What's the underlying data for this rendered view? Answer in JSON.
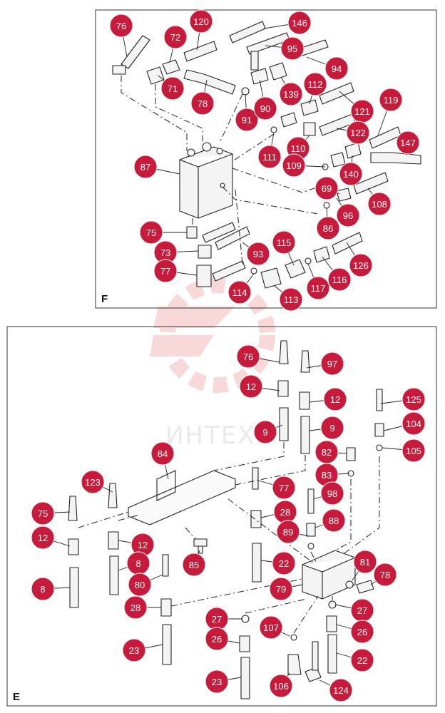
{
  "watermark": {
    "text": "ИНТЕХ",
    "color": "#f3b9b9"
  },
  "accent_color": "#c81a3a",
  "panels": [
    {
      "label": "F",
      "callouts": [
        {
          "id": "76"
        },
        {
          "id": "72"
        },
        {
          "id": "120"
        },
        {
          "id": "146"
        },
        {
          "id": "95"
        },
        {
          "id": "94"
        },
        {
          "id": "71"
        },
        {
          "id": "78"
        },
        {
          "id": "91"
        },
        {
          "id": "90"
        },
        {
          "id": "139"
        },
        {
          "id": "112"
        },
        {
          "id": "121"
        },
        {
          "id": "119"
        },
        {
          "id": "122"
        },
        {
          "id": "110"
        },
        {
          "id": "147"
        },
        {
          "id": "111"
        },
        {
          "id": "109"
        },
        {
          "id": "140"
        },
        {
          "id": "69"
        },
        {
          "id": "108"
        },
        {
          "id": "96"
        },
        {
          "id": "86"
        },
        {
          "id": "87"
        },
        {
          "id": "75"
        },
        {
          "id": "115"
        },
        {
          "id": "93"
        },
        {
          "id": "73"
        },
        {
          "id": "126"
        },
        {
          "id": "77"
        },
        {
          "id": "117"
        },
        {
          "id": "116"
        },
        {
          "id": "114"
        },
        {
          "id": "113"
        }
      ]
    },
    {
      "label": "E",
      "callouts": [
        {
          "id": "76"
        },
        {
          "id": "97"
        },
        {
          "id": "12"
        },
        {
          "id": "12"
        },
        {
          "id": "125"
        },
        {
          "id": "9"
        },
        {
          "id": "9"
        },
        {
          "id": "104"
        },
        {
          "id": "82"
        },
        {
          "id": "105"
        },
        {
          "id": "84"
        },
        {
          "id": "83"
        },
        {
          "id": "123"
        },
        {
          "id": "77"
        },
        {
          "id": "98"
        },
        {
          "id": "75"
        },
        {
          "id": "28"
        },
        {
          "id": "89"
        },
        {
          "id": "88"
        },
        {
          "id": "12"
        },
        {
          "id": "12"
        },
        {
          "id": "85"
        },
        {
          "id": "22"
        },
        {
          "id": "8"
        },
        {
          "id": "81"
        },
        {
          "id": "8"
        },
        {
          "id": "78"
        },
        {
          "id": "80"
        },
        {
          "id": "79"
        },
        {
          "id": "28"
        },
        {
          "id": "27"
        },
        {
          "id": "107"
        },
        {
          "id": "27"
        },
        {
          "id": "26"
        },
        {
          "id": "26"
        },
        {
          "id": "23"
        },
        {
          "id": "22"
        },
        {
          "id": "23"
        },
        {
          "id": "106"
        },
        {
          "id": "124"
        }
      ]
    }
  ]
}
